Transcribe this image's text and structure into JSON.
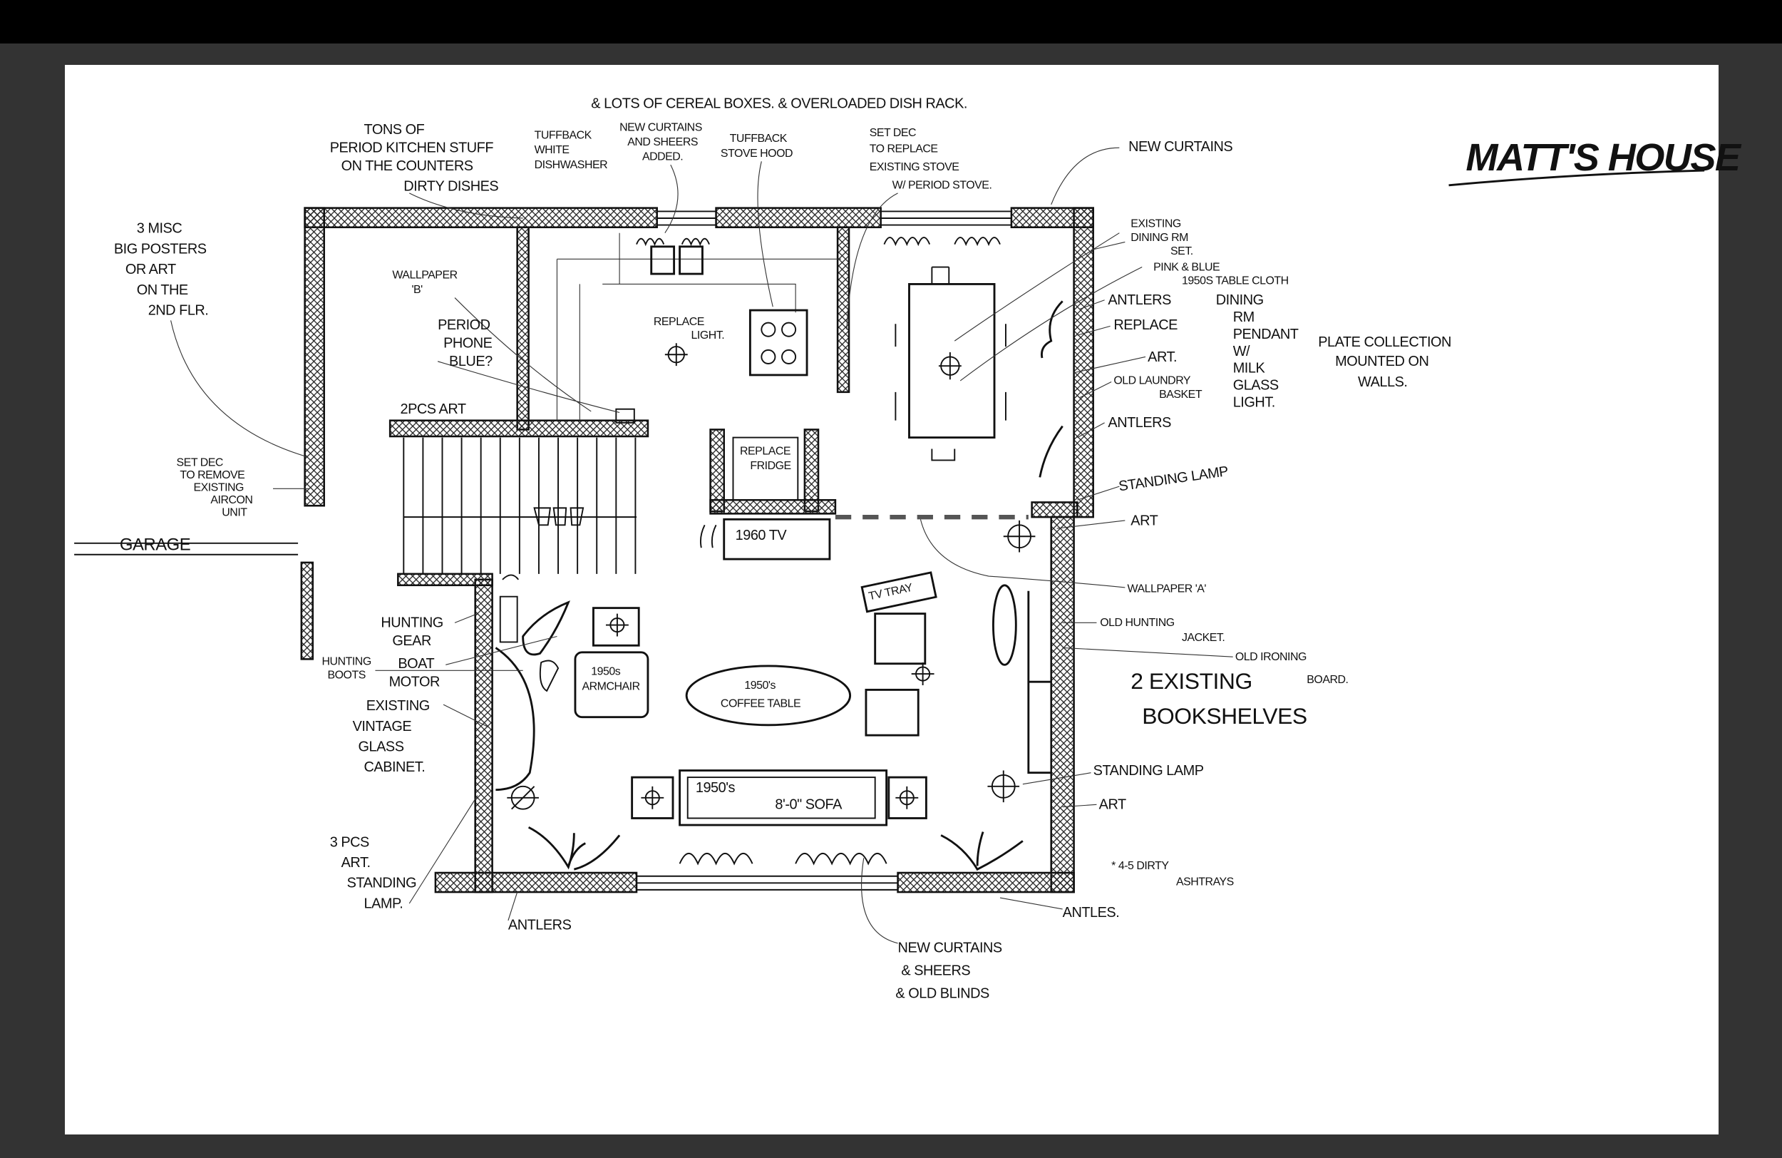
{
  "title": "MATT'S HOUSE",
  "colors": {
    "background": "#333333",
    "top_bar": "#000000",
    "paper": "#ffffff",
    "ink": "#111111"
  },
  "notes": {
    "kitchen_stuff": [
      "TONS OF",
      "PERIOD KITCHEN STUFF",
      "ON THE COUNTERS"
    ],
    "dirty_dishes": "DIRTY DISHES",
    "cereal_boxes": "& LOTS OF CEREAL BOXES. & OVERLOADED DISH RACK.",
    "dishwasher": [
      "TUFFBACK",
      "WHITE",
      "DISHWASHER"
    ],
    "kitchen_curtains": [
      "NEW CURTAINS",
      "AND SHEERS",
      "ADDED."
    ],
    "stove_hood": [
      "TUFFBACK",
      "STOVE HOOD"
    ],
    "stove": [
      "SET DEC",
      "TO REPLACE",
      "EXISTING STOVE",
      "W/ PERIOD STOVE."
    ],
    "new_curtains_top": "NEW CURTAINS",
    "posters": [
      "3 MISC",
      "BIG POSTERS",
      "OR ART",
      "ON THE",
      "2ND FLR."
    ],
    "wallpaper_b": [
      "WALLPAPER",
      "'B'"
    ],
    "phone": [
      "PERIOD",
      "PHONE",
      "BLUE?"
    ],
    "two_pcs_art": "2PCS ART",
    "replace_light": [
      "REPLACE",
      "LIGHT."
    ],
    "aircon": [
      "SET DEC",
      "TO REMOVE",
      "EXISTING",
      "AIRCON",
      "UNIT"
    ],
    "garage": "GARAGE",
    "fridge": [
      "REPLACE",
      "FRIDGE"
    ],
    "tv": "1960 TV",
    "dining_set": [
      "EXISTING",
      "DINING RM",
      "SET."
    ],
    "tablecloth": [
      "PINK & BLUE",
      "1950S TABLE CLOTH"
    ],
    "antlers_dining_1": "ANTLERS",
    "pendant": [
      "REPLACE",
      "DINING",
      "RM",
      "PENDANT",
      "W/",
      "MILK",
      "GLASS",
      "LIGHT."
    ],
    "plates": [
      "PLATE COLLECTION",
      "MOUNTED ON",
      "WALLS."
    ],
    "art_dining": "ART.",
    "laundry": [
      "OLD LAUNDRY",
      "BASKET"
    ],
    "antlers_dining_2": "ANTLERS",
    "standing_lamp_1": "STANDING LAMP",
    "art_1": "ART",
    "wallpaper_a": "WALLPAPER 'A'",
    "hunting_jacket": [
      "OLD HUNTING",
      "JACKET."
    ],
    "ironing_board": [
      "OLD IRONING",
      "BOARD."
    ],
    "bookshelves": [
      "2 EXISTING",
      "BOOKSHELVES"
    ],
    "standing_lamp_2": "STANDING LAMP",
    "art_2": "ART",
    "ashtrays": [
      "* 4-5 DIRTY",
      "ASHTRAYS"
    ],
    "antlers_right": "ANTLES.",
    "bottom_curtains": [
      "NEW CURTAINS",
      "& SHEERS",
      "& OLD BLINDS"
    ],
    "antlers_bottom": "ANTLERS",
    "left_art_lamp": [
      "3 PCS",
      "ART.",
      "STANDING",
      "LAMP."
    ],
    "hunting_gear": [
      "HUNTING",
      "GEAR"
    ],
    "hunting_boots": [
      "HUNTING",
      "BOOTS"
    ],
    "boat_motor": [
      "BOAT",
      "MOTOR"
    ],
    "cabinet": [
      "EXISTING",
      "VINTAGE",
      "GLASS",
      "CABINET."
    ],
    "tv_tray": "TV TRAY",
    "armchair": [
      "1950s",
      "ARMCHAIR"
    ],
    "coffee_table": [
      "1950's",
      "COFFEE TABLE"
    ],
    "sofa": [
      "1950's",
      "8'-0\" SOFA"
    ]
  }
}
